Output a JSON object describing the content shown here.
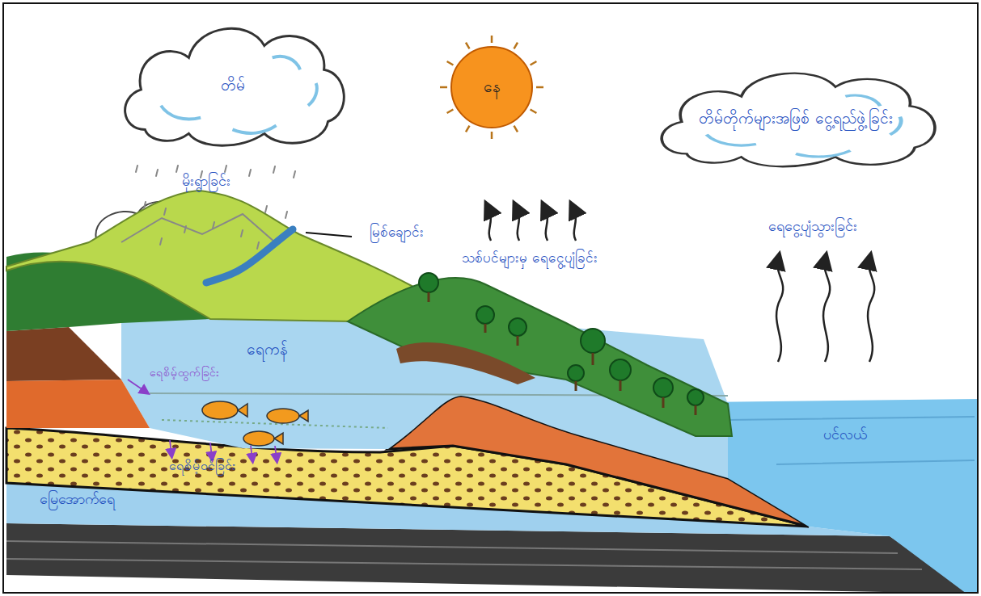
{
  "diagram": {
    "nodes": [
      {
        "text": [
          "တိမ်"
        ]
      },
      {
        "text": [
          "နေ"
        ]
      },
      {
        "text": [
          "တိမ်တိုက်များအဖြစ် ငွေ့ရည်ဖွဲ့ခြင်း"
        ]
      }
    ],
    "labels": [
      "မိုးရွာခြင်း",
      "မြစ်ချောင်း",
      "သစ်ပင်များမှ ရေငွေ့ပျံခြင်း",
      "ရေငွေ့ပျံသွားခြင်း",
      "ရေကန်",
      "ရေစိမ့်ထွက်ခြင်း",
      "ရေစိမ့်ဝင်ခြင်း",
      "မြေအောက်ရေ",
      "ပင်လယ်"
    ]
  }
}
